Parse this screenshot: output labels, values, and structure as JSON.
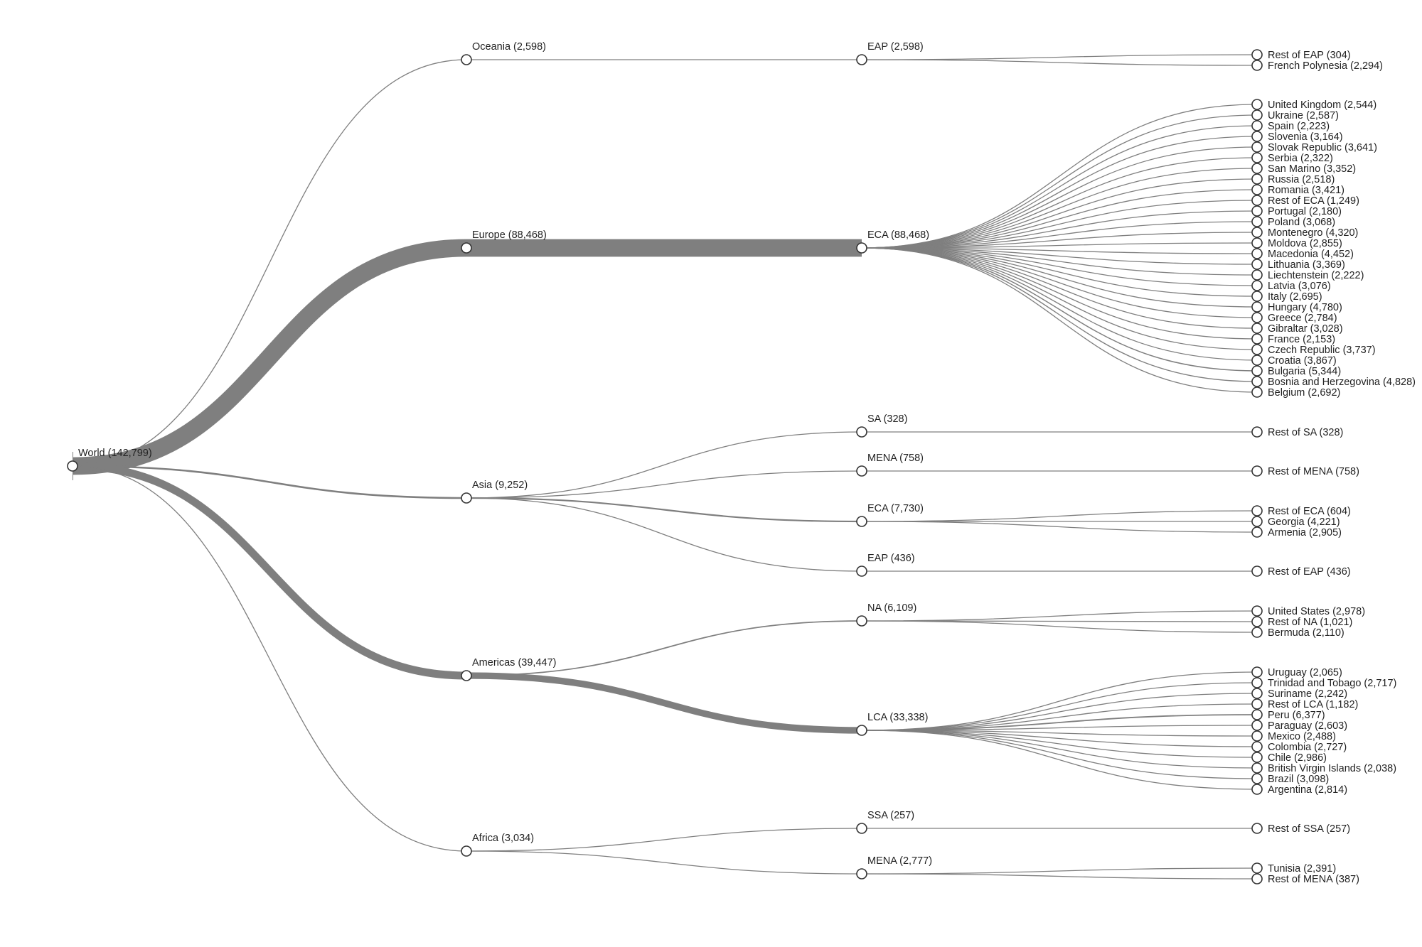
{
  "tree": {
    "label": "World (142,799)",
    "value": 142799,
    "children": [
      {
        "label": "Oceania (2,598)",
        "value": 2598,
        "children": [
          {
            "label": "EAP (2,598)",
            "value": 2598,
            "children": [
              {
                "label": "Rest of EAP (304)",
                "value": 304
              },
              {
                "label": "French Polynesia (2,294)",
                "value": 2294
              }
            ]
          }
        ]
      },
      {
        "label": "Europe (88,468)",
        "value": 88468,
        "children": [
          {
            "label": "ECA (88,468)",
            "value": 88468,
            "children": [
              {
                "label": "United Kingdom (2,544)",
                "value": 2544
              },
              {
                "label": "Ukraine (2,587)",
                "value": 2587
              },
              {
                "label": "Spain (2,223)",
                "value": 2223
              },
              {
                "label": "Slovenia (3,164)",
                "value": 3164
              },
              {
                "label": "Slovak Republic (3,641)",
                "value": 3641
              },
              {
                "label": "Serbia (2,322)",
                "value": 2322
              },
              {
                "label": "San Marino (3,352)",
                "value": 3352
              },
              {
                "label": "Russia (2,518)",
                "value": 2518
              },
              {
                "label": "Romania (3,421)",
                "value": 3421
              },
              {
                "label": "Rest of ECA (1,249)",
                "value": 1249
              },
              {
                "label": "Portugal (2,180)",
                "value": 2180
              },
              {
                "label": "Poland (3,068)",
                "value": 3068
              },
              {
                "label": "Montenegro (4,320)",
                "value": 4320
              },
              {
                "label": "Moldova (2,855)",
                "value": 2855
              },
              {
                "label": "Macedonia (4,452)",
                "value": 4452
              },
              {
                "label": "Lithuania (3,369)",
                "value": 3369
              },
              {
                "label": "Liechtenstein (2,222)",
                "value": 2222
              },
              {
                "label": "Latvia (3,076)",
                "value": 3076
              },
              {
                "label": "Italy (2,695)",
                "value": 2695
              },
              {
                "label": "Hungary (4,780)",
                "value": 4780
              },
              {
                "label": "Greece (2,784)",
                "value": 2784
              },
              {
                "label": "Gibraltar (3,028)",
                "value": 3028
              },
              {
                "label": "France (2,153)",
                "value": 2153
              },
              {
                "label": "Czech Republic (3,737)",
                "value": 3737
              },
              {
                "label": "Croatia (3,867)",
                "value": 3867
              },
              {
                "label": "Bulgaria (5,344)",
                "value": 5344
              },
              {
                "label": "Bosnia and Herzegovina (4,828)",
                "value": 4828
              },
              {
                "label": "Belgium (2,692)",
                "value": 2692
              }
            ]
          }
        ]
      },
      {
        "label": "Asia (9,252)",
        "value": 9252,
        "children": [
          {
            "label": "SA (328)",
            "value": 328,
            "children": [
              {
                "label": "Rest of SA (328)",
                "value": 328
              }
            ]
          },
          {
            "label": "MENA (758)",
            "value": 758,
            "children": [
              {
                "label": "Rest of MENA (758)",
                "value": 758
              }
            ]
          },
          {
            "label": "ECA (7,730)",
            "value": 7730,
            "children": [
              {
                "label": "Rest of ECA (604)",
                "value": 604
              },
              {
                "label": "Georgia (4,221)",
                "value": 4221
              },
              {
                "label": "Armenia (2,905)",
                "value": 2905
              }
            ]
          },
          {
            "label": "EAP (436)",
            "value": 436,
            "children": [
              {
                "label": "Rest of EAP (436)",
                "value": 436
              }
            ]
          }
        ]
      },
      {
        "label": "Americas (39,447)",
        "value": 39447,
        "children": [
          {
            "label": "NA (6,109)",
            "value": 6109,
            "children": [
              {
                "label": "United States (2,978)",
                "value": 2978
              },
              {
                "label": "Rest of NA (1,021)",
                "value": 1021
              },
              {
                "label": "Bermuda (2,110)",
                "value": 2110
              }
            ]
          },
          {
            "label": "LCA (33,338)",
            "value": 33338,
            "children": [
              {
                "label": "Uruguay (2,065)",
                "value": 2065
              },
              {
                "label": "Trinidad and Tobago (2,717)",
                "value": 2717
              },
              {
                "label": "Suriname (2,242)",
                "value": 2242
              },
              {
                "label": "Rest of LCA (1,182)",
                "value": 1182
              },
              {
                "label": "Peru (6,377)",
                "value": 6377
              },
              {
                "label": "Paraguay (2,603)",
                "value": 2603
              },
              {
                "label": "Mexico (2,488)",
                "value": 2488
              },
              {
                "label": "Colombia (2,727)",
                "value": 2727
              },
              {
                "label": "Chile (2,986)",
                "value": 2986
              },
              {
                "label": "British Virgin Islands (2,038)",
                "value": 2038
              },
              {
                "label": "Brazil (3,098)",
                "value": 3098
              },
              {
                "label": "Argentina (2,814)",
                "value": 2814
              }
            ]
          }
        ]
      },
      {
        "label": "Africa (3,034)",
        "value": 3034,
        "children": [
          {
            "label": "SSA (257)",
            "value": 257,
            "children": [
              {
                "label": "Rest of SSA (257)",
                "value": 257
              }
            ]
          },
          {
            "label": "MENA (2,777)",
            "value": 2777,
            "children": [
              {
                "label": "Tunisia (2,391)",
                "value": 2391
              },
              {
                "label": "Rest of MENA (387)",
                "value": 387
              }
            ]
          }
        ]
      }
    ]
  },
  "colors": {
    "link": "#7f7f7f",
    "node_fill": "#ffffff",
    "node_stroke": "#333333",
    "text": "#222222"
  }
}
